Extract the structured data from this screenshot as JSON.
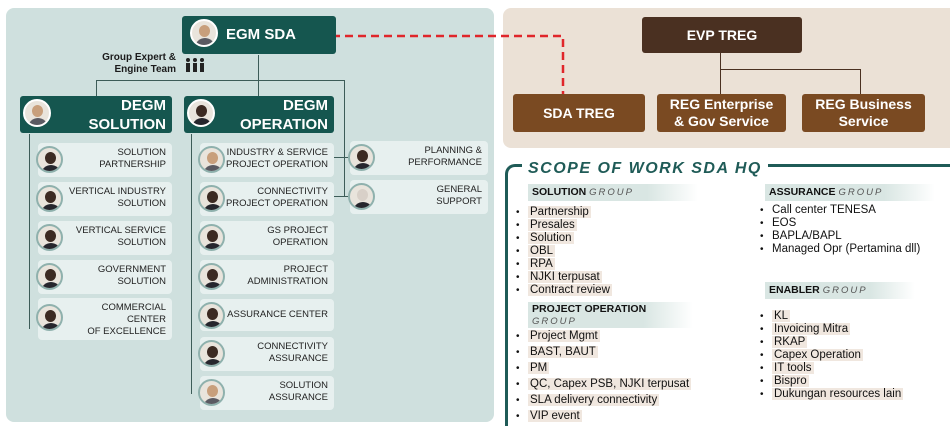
{
  "top": {
    "egm": "EGM SDA",
    "evp": "EVP TREG",
    "group_expert": "Group Expert &\nEngine Team"
  },
  "degm_solution": "DEGM\nSOLUTION",
  "degm_operation": "DEGM\nOPERATION",
  "solution_units": [
    "SOLUTION\nPARTNERSHIP",
    "VERTICAL INDUSTRY\nSOLUTION",
    "VERTICAL SERVICE\nSOLUTION",
    "GOVERNMENT\nSOLUTION",
    "COMMERCIAL\nCENTER\nOF EXCELLENCE"
  ],
  "operation_units": [
    "INDUSTRY & SERVICE\nPROJECT OPERATION",
    "CONNECTIVITY\nPROJECT OPERATION",
    "GS PROJECT\nOPERATION",
    "PROJECT\nADMINISTRATION",
    "ASSURANCE CENTER",
    "CONNECTIVITY\nASSURANCE",
    "SOLUTION\nASSURANCE"
  ],
  "side_units": [
    "PLANNING &\nPERFORMANCE",
    "GENERAL\nSUPPORT"
  ],
  "treg": [
    "SDA TREG",
    "REG Enterprise\n& Gov Service",
    "REG Business\nService"
  ],
  "scope": {
    "title": "SCOPE OF WORK SDA HQ",
    "solution": {
      "name": "SOLUTION",
      "suffix": "GROUP",
      "items": [
        "Partnership",
        "Presales",
        "Solution",
        "OBL",
        "RPA",
        "NJKI terpusat",
        "Contract review"
      ]
    },
    "project": {
      "name": "PROJECT OPERATION",
      "suffix": "GROUP",
      "items": [
        "Project Mgmt",
        "BAST, BAUT",
        "PM",
        "QC, Capex PSB, NJKI terpusat",
        "SLA delivery connectivity",
        "VIP event"
      ]
    },
    "assurance": {
      "name": "ASSURANCE",
      "suffix": "GROUP",
      "items": [
        "Call center TENESA",
        "EOS",
        "BAPLA/BAPL",
        "Managed Opr (Pertamina dll)"
      ]
    },
    "enabler": {
      "name": "ENABLER",
      "suffix": "GROUP",
      "items": [
        "KL",
        "Invoicing Mitra",
        "RKAP",
        "Capex Operation",
        "IT tools",
        "Bispro",
        "Dukungan resources lain"
      ]
    }
  },
  "colors": {
    "teal": "#15564f",
    "brown": "#7a4a22",
    "dark_brown": "#4a3021",
    "dashed": "#e0262b"
  }
}
